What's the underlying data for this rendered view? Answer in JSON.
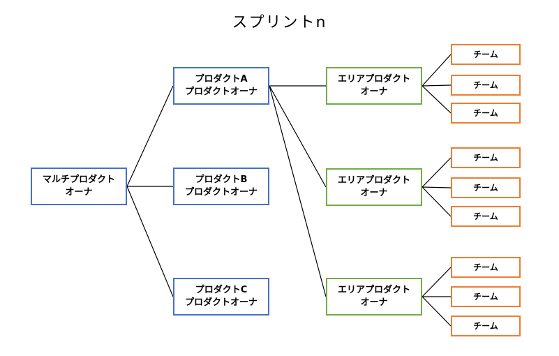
{
  "title": "スプリントn",
  "nodes": {
    "root": "マルチプロダクト\nオーナ",
    "product_a": "プロダクトA\nプロダクトオーナ",
    "product_b": "プロダクトB\nプロダクトオーナ",
    "product_c": "プロダクトC\nプロダクトオーナ",
    "area_1": "エリアプロダクト\nオーナ",
    "area_2": "エリアプロダクト\nオーナ",
    "area_3": "エリアプロダクト\nオーナ"
  },
  "teams": [
    "チーム",
    "チーム",
    "チーム",
    "チーム",
    "チーム",
    "チーム",
    "チーム",
    "チーム",
    "チーム"
  ],
  "colors": {
    "product_border": "#4472c4",
    "area_border": "#70ad47",
    "team_border": "#ed7d31",
    "connector": "#000000"
  }
}
